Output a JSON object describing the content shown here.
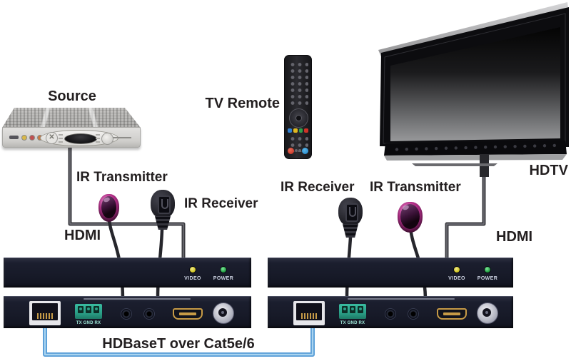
{
  "diagram_labels": {
    "source": "Source",
    "tv_remote": "TV Remote",
    "hdtv": "HDTV",
    "left_ir_transmitter": "IR Transmitter",
    "left_ir_receiver": "IR Receiver",
    "left_hdmi": "HDMI",
    "right_ir_receiver": "IR Receiver",
    "right_ir_transmitter": "IR Transmitter",
    "right_hdmi": "HDMI",
    "link": "HDBaseT over Cat5e/6"
  },
  "extender_unit": {
    "video_led": "VIDEO",
    "power_led": "POWER",
    "terminal": "TX GND RX"
  },
  "colors": {
    "cat_cable": "#5b9fd8",
    "cat_cable_core": "#aad4f0",
    "cable_dark": "#3b3b40",
    "led_video": "#d2c829",
    "led_power": "#27a348",
    "ir_bulb_rim": "#b5308a",
    "chassis_dark": "#171a28",
    "terminal_green": "#2ba088",
    "hdmi_gold": "#c79b46",
    "label_text": "#231f20"
  }
}
